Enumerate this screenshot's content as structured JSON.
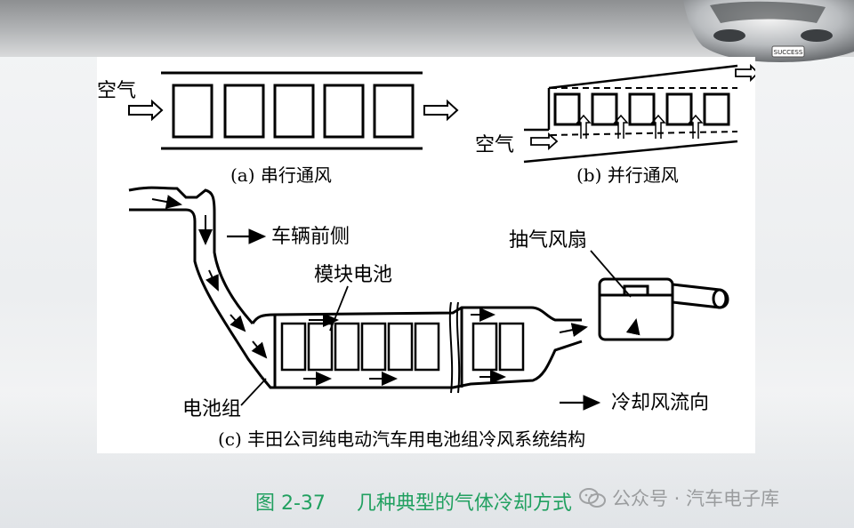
{
  "diagram": {
    "panel_a": {
      "air_label": "空气",
      "caption": "(a) 串行通风"
    },
    "panel_b": {
      "air_label": "空气",
      "caption": "(b) 并行通风"
    },
    "panel_c": {
      "front_label": "车辆前侧",
      "module_label": "模块电池",
      "fan_label": "抽气风扇",
      "pack_label": "电池组",
      "flow_label": "冷却风流向",
      "caption": "(c) 丰田公司纯电动汽车用电池组冷风系统结构"
    }
  },
  "car_image": {
    "plate_text": "SUCCESS"
  },
  "figure_caption": "图 2-37     几种典型的气体冷却方式",
  "watermark": {
    "icon": "wechat-icon",
    "text": "公众号 · 汽车电子库"
  }
}
